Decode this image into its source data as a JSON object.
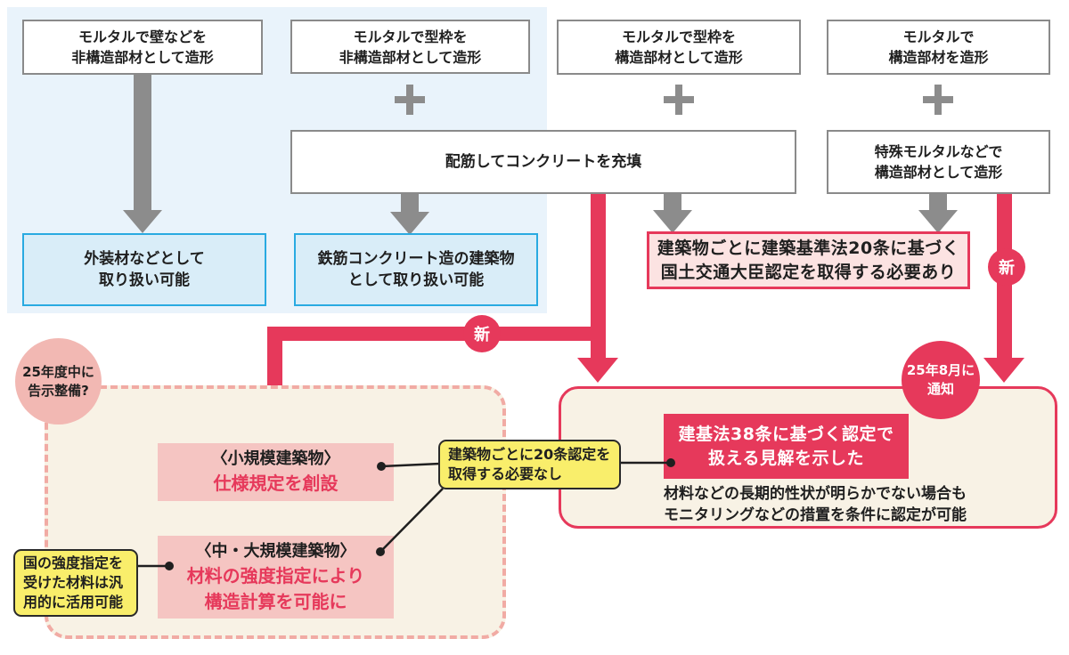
{
  "palette": {
    "panel": "#e9f3fb",
    "box_border_gray": "#8a8a8a",
    "arrow_gray": "#8c8c8c",
    "crimson": "#e6395b",
    "cert_fill": "#fce3e2",
    "blue_border": "#29aae1",
    "blue_fill": "#d9edf8",
    "beige": "#f8f2e5",
    "dash_pink": "#f1aba4",
    "pink_box": "#f5c5c2",
    "pink_bubble": "#f2b8b3",
    "callout_yellow": "#f9ee6b",
    "text_dark": "#1f1f1f"
  },
  "icons": {
    "plus": "plus-icon",
    "arrow_down": "arrow-down-icon",
    "connector_dot": "dot-icon"
  },
  "badges": {
    "new": "新"
  },
  "top": {
    "boxes": [
      {
        "lines": [
          "モルタルで壁などを",
          "非構造部材として造形"
        ]
      },
      {
        "lines": [
          "モルタルで型枠を",
          "非構造部材として造形"
        ]
      },
      {
        "lines": [
          "モルタルで型枠を",
          "構造部材として造形"
        ]
      },
      {
        "lines": [
          "モルタルで",
          "構造部材を造形"
        ]
      }
    ],
    "fill_box": {
      "lines": [
        "配筋してコンクリートを充填"
      ]
    },
    "special_box": {
      "lines": [
        "特殊モルタルなどで",
        "構造部材として造形"
      ]
    },
    "result_left": {
      "lines": [
        "外装材などとして",
        "取り扱い可能"
      ]
    },
    "result_right": {
      "lines": [
        "鉄筋コンクリート造の建築物",
        "として取り扱い可能"
      ]
    },
    "cert_box": {
      "lines": [
        "建築物ごとに建築基準法20条に基づく",
        "国土交通大臣認定を取得する必要あり"
      ]
    }
  },
  "bottom_left": {
    "bubble": {
      "lines": [
        "25年度中に",
        "告示整備?"
      ]
    },
    "small_box": {
      "heading": "〈小規模建築物〉",
      "lines": [
        "仕様規定を創設"
      ]
    },
    "large_box": {
      "heading": "〈中・大規模建築物〉",
      "lines": [
        "材料の強度指定により",
        "構造計算を可能に"
      ]
    },
    "callout_left": {
      "lines": [
        "国の強度指定を",
        "受けた材料は汎",
        "用的に活用可能"
      ]
    },
    "callout_center": {
      "lines": [
        "建築物ごとに20条認定を",
        "取得する必要なし"
      ]
    }
  },
  "bottom_right": {
    "bubble": {
      "lines": [
        "25年8月に",
        "通知"
      ]
    },
    "red_box": {
      "lines": [
        "建基法38条に基づく認定で",
        "扱える見解を示した"
      ]
    },
    "note": {
      "lines": [
        "材料などの長期的性状が明らかでない場合も",
        "モニタリングなどの措置を条件に認定が可能"
      ]
    }
  }
}
